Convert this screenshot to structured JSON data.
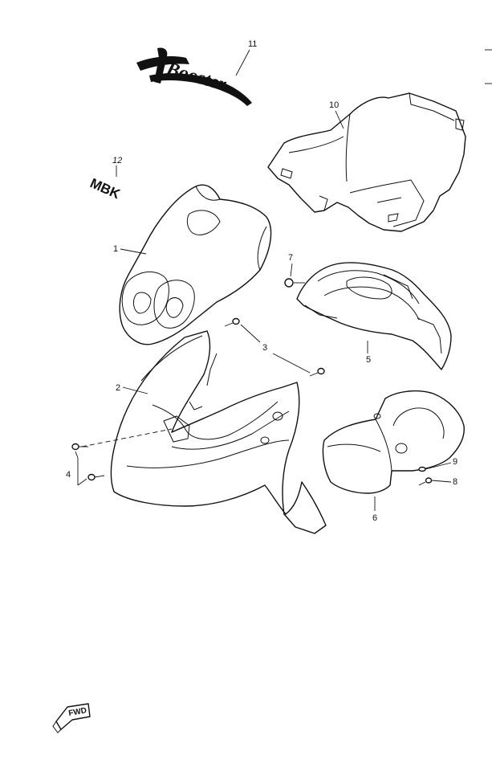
{
  "diagram": {
    "callouts": [
      "1",
      "2",
      "3",
      "4",
      "5",
      "6",
      "7",
      "8",
      "9",
      "10",
      "11",
      "12"
    ],
    "logo_booster": "Booster",
    "logo_mbk": "MBK",
    "fwd_badge": "FWD"
  },
  "colors": {
    "ink": "#111111",
    "paper": "#ffffff"
  }
}
